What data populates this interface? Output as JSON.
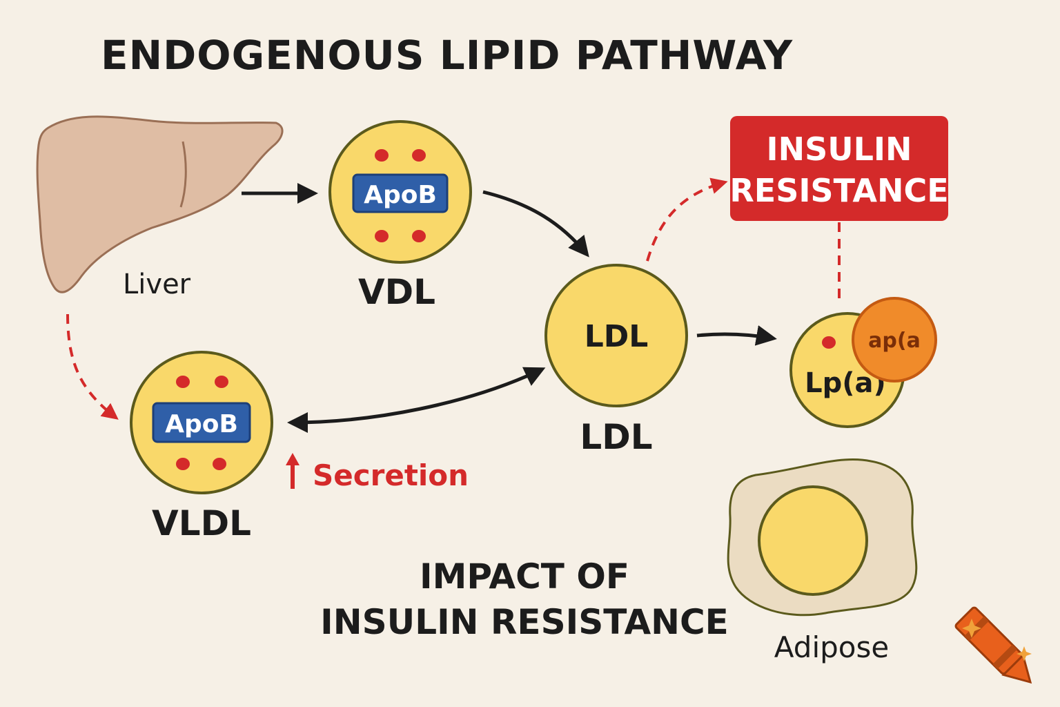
{
  "title": "ENDOGENOUS LIPID PATHWAY",
  "liver": {
    "label": "Liver"
  },
  "vdl": {
    "badge": "ApoB",
    "label": "VDL"
  },
  "vldl": {
    "badge": "ApoB",
    "label": "VLDL"
  },
  "ldl": {
    "inner": "LDL",
    "label": "LDL"
  },
  "insulin_box": {
    "line1": "INSULIN",
    "line2": "RESISTANCE"
  },
  "lpa": {
    "inner": "Lp(a)",
    "tag": "ap(a"
  },
  "secretion": {
    "label": "Secretion"
  },
  "impact": {
    "line1": "IMPACT OF",
    "line2": "INSULIN RESISTANCE"
  },
  "adipose": {
    "label": "Adipose"
  },
  "colors": {
    "background": "#f6f0e6",
    "particle_fill": "#f9d86a",
    "particle_stroke": "#5b5a1c",
    "apob_badge": "#2f5fa8",
    "accent_red": "#d42a2a",
    "orange": "#f08b2a",
    "liver": "#dfbda4"
  },
  "icons": [
    "liver-icon",
    "adipose-cell-icon",
    "crayon-icon",
    "sparkle-icon"
  ]
}
